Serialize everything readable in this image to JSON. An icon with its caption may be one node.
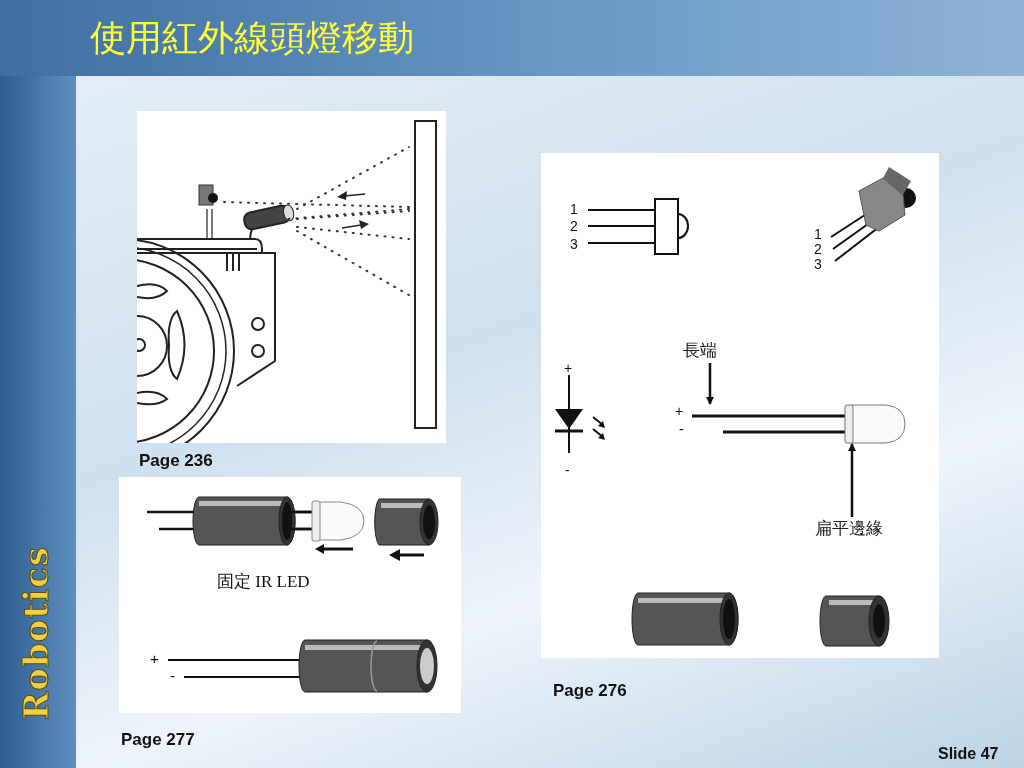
{
  "diagram": {
    "title": "使用紅外線頭燈移動",
    "nodes": [
      {
        "text": [
          "長端"
        ]
      },
      {
        "text": [
          "扁平邊緣"
        ]
      },
      {
        "text": [],
        "shape": "picture"
      }
    ],
    "edges": [
      {
        "from": 0,
        "to": 2,
        "arrow": "to"
      },
      {
        "from": 1,
        "to": 2,
        "arrow": "to"
      }
    ],
    "labels": [
      "Robotics",
      "Page 236",
      "固定 IR LED",
      "+",
      "-",
      "Page 277",
      "1",
      "2",
      "3",
      "1",
      "2",
      "3",
      "+",
      "-",
      "+",
      "-",
      "Page 276",
      "Slide 47"
    ]
  }
}
